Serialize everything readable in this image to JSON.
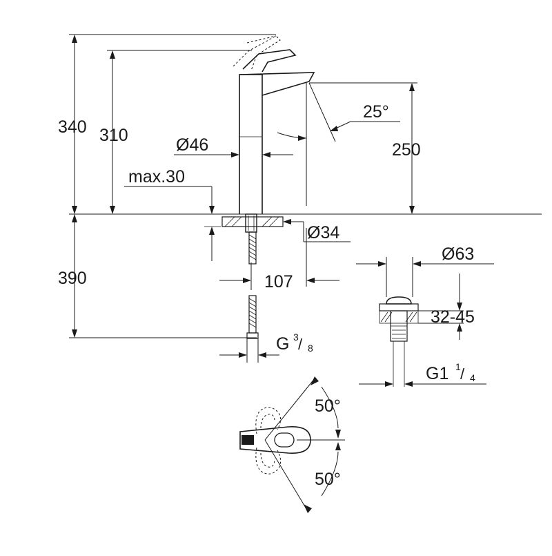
{
  "dimensions": {
    "total_height": "340",
    "spout_height": "310",
    "outlet_height": "250",
    "below_deck": "390",
    "body_diameter": "Ø46",
    "hole_diameter": "Ø34",
    "deck_max": "max.30",
    "spout_reach": "107",
    "spout_angle": "25°",
    "waste_diameter": "Ø63",
    "waste_range": "32-45"
  },
  "threads": {
    "supply_main": "G",
    "supply_num": "3",
    "supply_den": "8",
    "waste_main": "G1",
    "waste_num": "1",
    "waste_den": "4"
  },
  "rotation": {
    "upper": "50°",
    "lower": "50°"
  }
}
